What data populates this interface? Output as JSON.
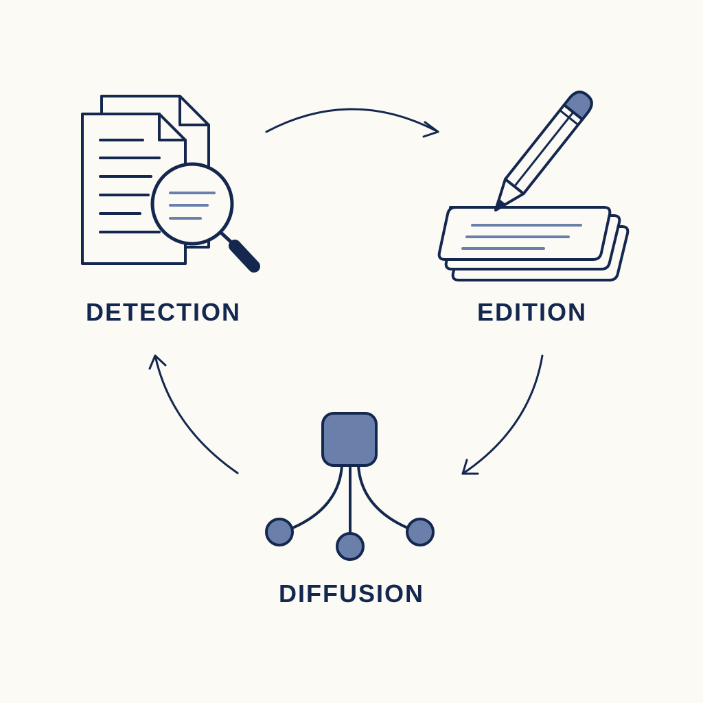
{
  "diagram": {
    "type": "cycle",
    "steps": [
      {
        "id": "detection",
        "label": "DETECTION",
        "icon": "documents-magnifier-icon"
      },
      {
        "id": "edition",
        "label": "EDITION",
        "icon": "pencil-cards-icon"
      },
      {
        "id": "diffusion",
        "label": "DIFFUSION",
        "icon": "network-tree-icon"
      }
    ],
    "flow": [
      "detection",
      "edition",
      "diffusion",
      "detection"
    ]
  },
  "colors": {
    "background": "#fbfaf5",
    "stroke": "#14274e",
    "fill": "#6a80ab"
  }
}
